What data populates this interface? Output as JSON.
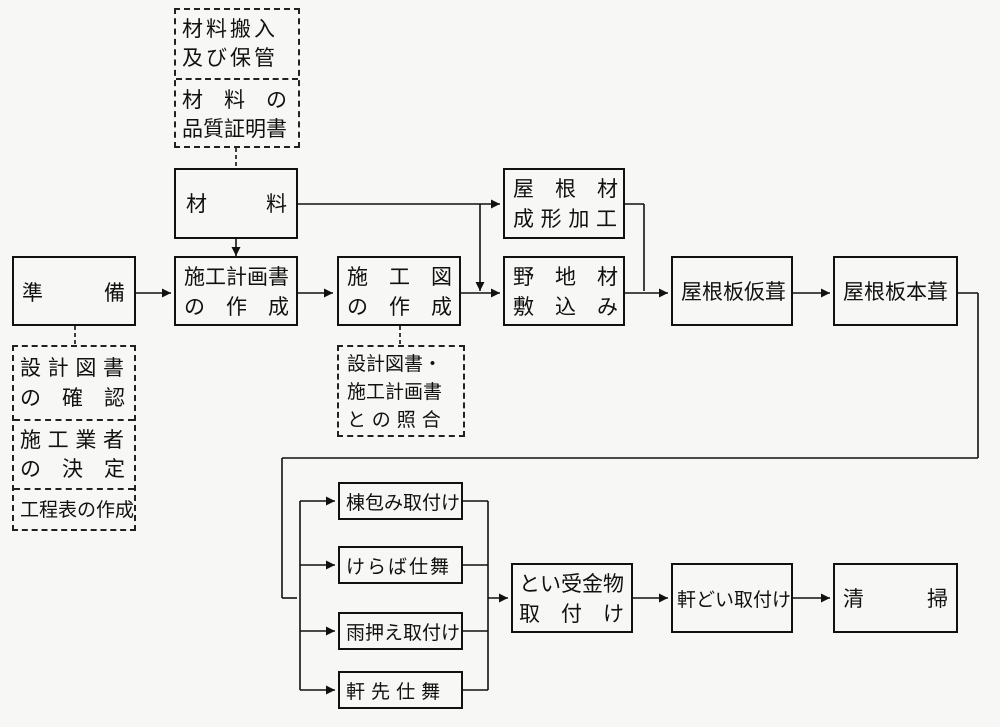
{
  "materials": {
    "delivery_line1": "材料搬入",
    "delivery_line2": "及び保管",
    "quality_line1": "材　料　の",
    "quality_line2": "品質証明書",
    "label_left": "材",
    "label_right": "料"
  },
  "preparation": {
    "label_left": "準",
    "label_right": "備",
    "design_check_line1": "設 計 図 書",
    "design_check_line2": "の　確　認",
    "contractor_line1": "施 工 業 者",
    "contractor_line2": "の　決　定",
    "schedule": "工程表の作成"
  },
  "plan": {
    "line1": "施工計画書",
    "line2": "の　作　成"
  },
  "drawing": {
    "line1": "施　工　図",
    "line2": "の　作　成",
    "check_line1": "設計図書・",
    "check_line2": "施工計画書",
    "check_line3": "との照合"
  },
  "roof_forming": {
    "line1": "屋　根　材",
    "line2": "成 形 加 工"
  },
  "base_material": {
    "line1": "野　地　材",
    "line2": "敷　込　み"
  },
  "temp_roof": "屋根板仮葺",
  "main_roof": "屋根板本葺",
  "finishes": {
    "ridge": "棟包み取付け",
    "verge": "けらば仕舞",
    "flashing": "雨押え取付け",
    "eaves": "軒 先 仕 舞"
  },
  "gutter_bracket": {
    "line1": "とい受金物",
    "line2": "取　付　け"
  },
  "eaves_gutter": "軒どい取付け",
  "cleaning": {
    "label_left": "清",
    "label_right": "掃"
  }
}
